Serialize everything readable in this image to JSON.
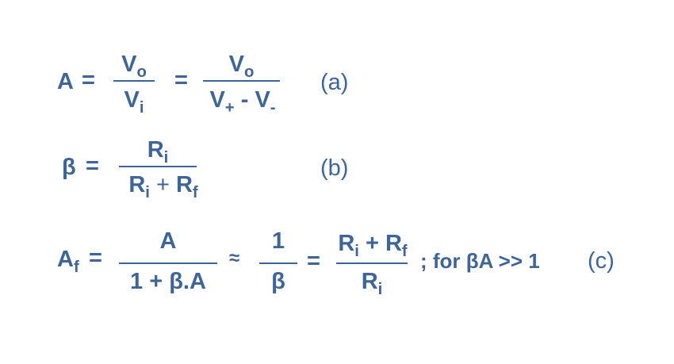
{
  "color": "#3E6595",
  "eq_a": {
    "lhs": "A",
    "eq1": "=",
    "frac1": {
      "num_base": "V",
      "num_sub": "o",
      "den_base": "V",
      "den_sub": "i"
    },
    "eq2": "=",
    "frac2": {
      "num_base": "V",
      "num_sub": "o",
      "den_v1": "V",
      "den_sub1": "+",
      "den_minus": " - ",
      "den_v2": "V",
      "den_sub2": "-"
    },
    "label": "(a)"
  },
  "eq_b": {
    "lhs": "β",
    "eq": "=",
    "frac": {
      "num_base": "R",
      "num_sub": "i",
      "den_r1": "R",
      "den_sub1": "i",
      "den_plus": " + ",
      "den_r2": "R",
      "den_sub2": "f"
    },
    "label": "(b)"
  },
  "eq_c": {
    "lhs_base": "A",
    "lhs_sub": "f",
    "eq1": "=",
    "frac1": {
      "num": "A",
      "den": "1 + β.A"
    },
    "approx": "≈",
    "frac2": {
      "num": "1",
      "den": "β"
    },
    "eq2": "=",
    "frac3": {
      "num_r1": "R",
      "num_sub1": "i",
      "num_plus": " + ",
      "num_r2": "R",
      "num_sub2": "f",
      "den_base": "R",
      "den_sub": "i"
    },
    "condition": "; for βA >> 1",
    "label": "(c)"
  }
}
